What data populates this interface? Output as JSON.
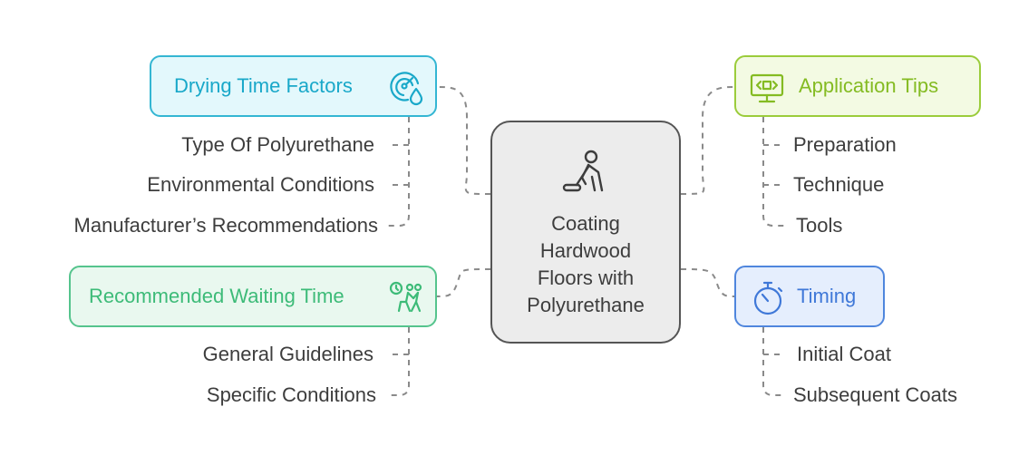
{
  "center": {
    "lines": [
      "Coating",
      "Hardwood",
      "Floors with",
      "Polyurethane"
    ],
    "icon": "person-mopping-floor-icon"
  },
  "branches": {
    "drying": {
      "title": "Drying Time Factors",
      "icon": "gauge-droplet-icon",
      "color": "#19a8c9",
      "items": [
        "Type Of Polyurethane",
        "Environmental Conditions",
        "Manufacturer’s Recommendations"
      ]
    },
    "app": {
      "title": "Application Tips",
      "icon": "code-monitor-icon",
      "color": "#84bb22",
      "items": [
        "Preparation",
        "Technique",
        "Tools"
      ]
    },
    "wait": {
      "title": "Recommended Waiting Time",
      "icon": "people-waiting-clock-icon",
      "color": "#3dbb78",
      "items": [
        "General Guidelines",
        "Specific Conditions"
      ]
    },
    "timing": {
      "title": "Timing",
      "icon": "stopwatch-icon",
      "color": "#3f78d8",
      "items": [
        "Initial Coat",
        "Subsequent Coats"
      ]
    }
  }
}
